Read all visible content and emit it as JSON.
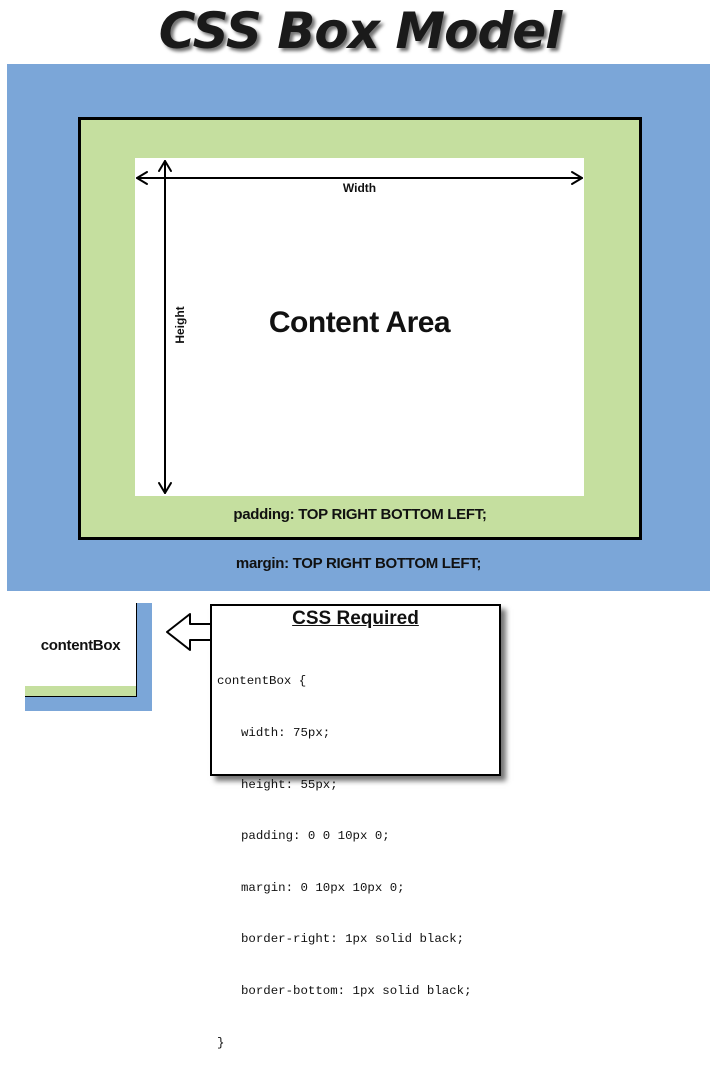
{
  "title": "CSS Box Model",
  "colors": {
    "margin": "#7ba6d8",
    "padding": "#c5df9f",
    "content": "#ffffff",
    "border": "#000000"
  },
  "diagram": {
    "content_label": "Content Area",
    "width_label": "Width",
    "height_label": "Height",
    "padding_label": "padding: TOP RIGHT BOTTOM LEFT;",
    "margin_label": "margin: TOP RIGHT BOTTOM LEFT;"
  },
  "example": {
    "label": "contentBox",
    "pointer_icon": "arrow-left-icon"
  },
  "code_panel": {
    "title": "CSS Required",
    "lines": [
      "contentBox {",
      "width: 75px;",
      "height: 55px;",
      "padding: 0 0 10px 0;",
      "margin: 0 10px 10px 0;",
      "border-right: 1px solid black;",
      "border-bottom: 1px solid black;",
      "}"
    ]
  }
}
